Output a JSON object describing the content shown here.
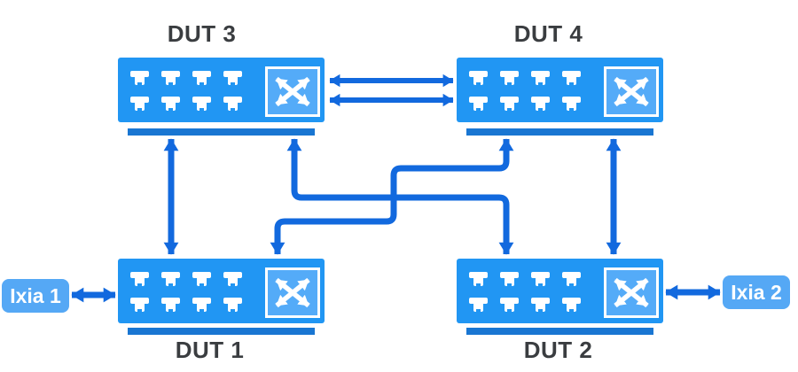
{
  "diagram": {
    "type": "network-topology",
    "devices": [
      {
        "id": "dut3",
        "label": "DUT 3",
        "kind": "switch",
        "label_position": "top"
      },
      {
        "id": "dut4",
        "label": "DUT 4",
        "kind": "switch",
        "label_position": "top"
      },
      {
        "id": "dut1",
        "label": "DUT 1",
        "kind": "switch",
        "label_position": "bottom"
      },
      {
        "id": "dut2",
        "label": "DUT 2",
        "kind": "switch",
        "label_position": "bottom"
      }
    ],
    "endpoints": [
      {
        "id": "ixia1",
        "label": "Ixia 1",
        "kind": "traffic-generator"
      },
      {
        "id": "ixia2",
        "label": "Ixia 2",
        "kind": "traffic-generator"
      }
    ],
    "ports_per_device": 8,
    "icons": {
      "switch_fabric": "crossed double-headed arrows in square",
      "port": "ethernet jack silhouette",
      "link": "double-headed arrow"
    },
    "links": [
      {
        "from": "DUT 3",
        "to": "DUT 4",
        "direction": "bidirectional",
        "lines": 2
      },
      {
        "from": "DUT 3",
        "to": "DUT 1",
        "direction": "bidirectional",
        "lines": 1
      },
      {
        "from": "DUT 4",
        "to": "DUT 2",
        "direction": "bidirectional",
        "lines": 1
      },
      {
        "from": "DUT 3",
        "to": "DUT 2",
        "direction": "bidirectional",
        "lines": 1
      },
      {
        "from": "DUT 1",
        "to": "DUT 4",
        "direction": "bidirectional",
        "lines": 1
      },
      {
        "from": "Ixia 1",
        "to": "DUT 1",
        "direction": "bidirectional",
        "lines": 1
      },
      {
        "from": "Ixia 2",
        "to": "DUT 2",
        "direction": "bidirectional",
        "lines": 1
      }
    ],
    "colors": {
      "device_fill": "#2196F3",
      "device_base": "#1976D2",
      "switch_icon_fill": "#54ABF8",
      "connector": "#1269DE",
      "endpoint_fill": "#55A8F5",
      "label_text": "#3A3D40",
      "label_bg": "#FFFFFF",
      "port_fill": "#FFFFFF",
      "background": "#FFFFFF"
    }
  }
}
